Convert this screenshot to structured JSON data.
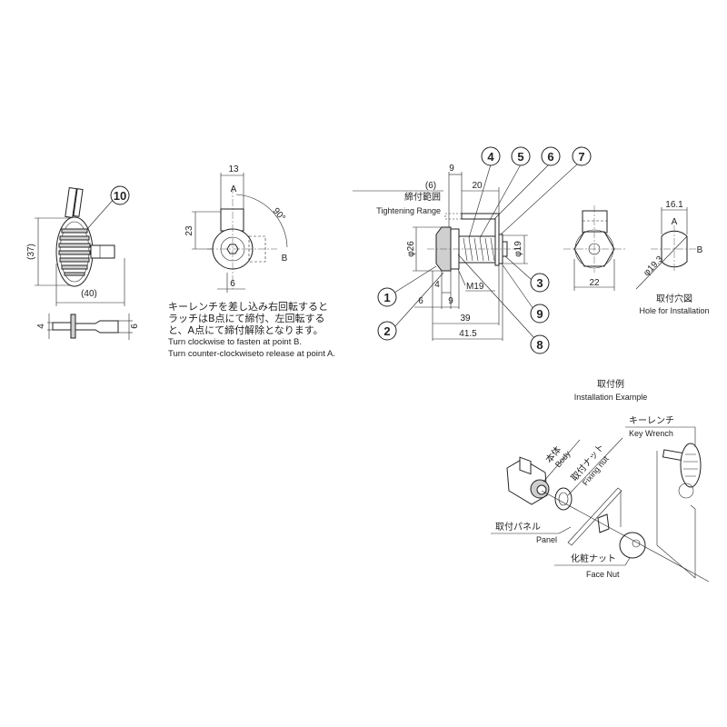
{
  "key_view": {
    "balloon": "10",
    "height_dim": "(37)",
    "width_dim": "(40)",
    "shaft_dim_left": "4",
    "shaft_dim_right": "6"
  },
  "front_view": {
    "width_dim": "13",
    "point_a": "A",
    "angle": "90°",
    "height_dim": "23",
    "point_b": "B",
    "bottom_dim": "6"
  },
  "instructions": {
    "jp_lines": [
      "キーレンチを差し込み右回転すると",
      "ラッチはB点にて締付、左回転する",
      "と、A点にて締付解除となります。"
    ],
    "en_lines": [
      "Turn clockwise to fasten at point B.",
      "Turn counter-clockwiseto release at point A."
    ]
  },
  "side_view": {
    "dim_9_top": "9",
    "dim_6_paren": "(6)",
    "dim_20": "20",
    "tightening_jp": "締付範囲",
    "tightening_en": "Tightening Range",
    "dia_26": "φ26",
    "dia_19": "φ19",
    "thread": "M19",
    "dim_4": "4",
    "dim_6": "6",
    "dim_9": "9",
    "dim_39": "39",
    "dim_41_5": "41.5",
    "balloons": [
      "1",
      "2",
      "3",
      "4",
      "5",
      "6",
      "7",
      "8",
      "9"
    ]
  },
  "rear_view": {
    "width_dim": "22"
  },
  "hole_view": {
    "width_dim": "16.1",
    "point_a": "A",
    "point_b": "B",
    "diameter": "φ19.3",
    "title_jp": "取付穴図",
    "title_en": "Hole for Installation"
  },
  "installation": {
    "title_jp": "取付例",
    "title_en": "Installation Example",
    "key_wrench_jp": "キーレンチ",
    "key_wrench_en": "Key Wrench",
    "body_jp": "本体",
    "body_en": "Body",
    "fixing_nut_jp": "取付ナット",
    "fixing_nut_en": "Fixing nut",
    "panel_jp": "取付パネル",
    "panel_en": "Panel",
    "face_nut_jp": "化粧ナット",
    "face_nut_en": "Face Nut"
  }
}
